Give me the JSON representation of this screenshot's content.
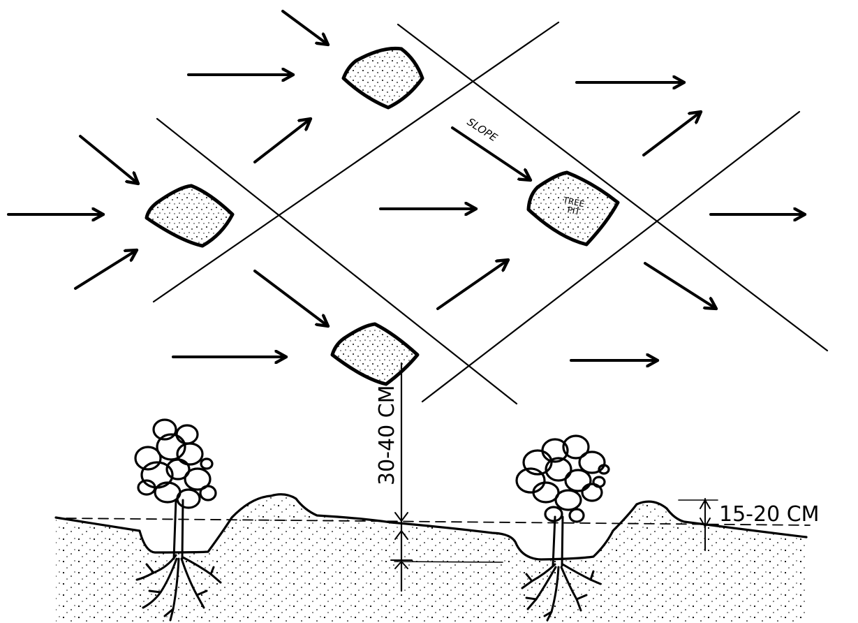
{
  "diagram": {
    "labels": {
      "slope": "SLOPE",
      "tree_pit_line1": "TREE",
      "tree_pit_line2": "PIT",
      "pit_spacing": "30-40 CM",
      "ridge_height": "15-20 CM"
    },
    "colors": {
      "ink": "#000000",
      "paper": "#ffffff"
    }
  }
}
